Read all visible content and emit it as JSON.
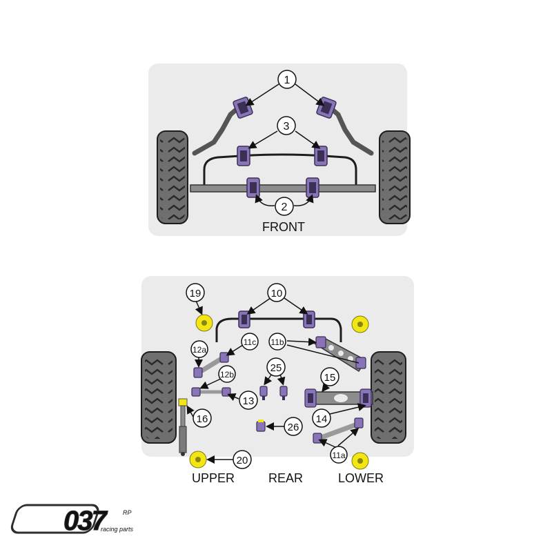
{
  "front": {
    "callouts": [
      "1",
      "3",
      "2"
    ],
    "label": "FRONT"
  },
  "rear": {
    "callouts": [
      "19",
      "10",
      "12a",
      "11c",
      "11b",
      "12b",
      "25",
      "13",
      "15",
      "16",
      "14",
      "26",
      "11a",
      "20"
    ],
    "labels": {
      "upper": "UPPER",
      "rear": "REAR",
      "lower": "LOWER"
    }
  },
  "logo": {
    "mark": "037",
    "tag": "RP",
    "subtitle": "racing parts"
  },
  "colors": {
    "bush_purple": "#8a74b8",
    "bush_dark": "#3a2f55",
    "bush_yellow": "#f3e614",
    "metal": "#8c8c8c",
    "tyre": "#6f6f6f",
    "diagram_bg": "#ebebeb"
  }
}
